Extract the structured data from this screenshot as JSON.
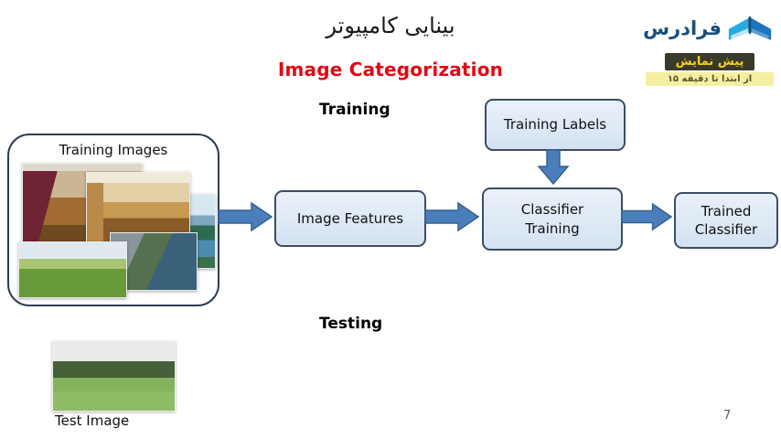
{
  "slide": {
    "title_fa": "بینایی کامپیوتر",
    "subtitle": "Image Categorization",
    "page_number": "7"
  },
  "branding": {
    "logo_text": "فرادرس",
    "preview_badge": "پیش نمایش",
    "duration_badge": "از ابتدا تا دقیقه ۱۵"
  },
  "diagram": {
    "training_label": "Training",
    "testing_label": "Testing",
    "training_images_label": "Training Images",
    "test_image_label": "Test Image",
    "boxes": {
      "training_labels": "Training Labels",
      "image_features": "Image Features",
      "classifier_training": "Classifier Training",
      "trained_classifier": "Trained Classifier"
    }
  },
  "colors": {
    "subtitle_red": "#e30613",
    "box_fill": "#dce8f5",
    "box_border": "#3d4d63",
    "arrow_fill": "#4a7ebb",
    "arrow_border": "#35618f",
    "frame_border": "#2e3d52",
    "badge_dark_bg": "#3a3a2a",
    "badge_dark_text": "#f7d117",
    "badge_yellow_bg": "#f6efa2",
    "badge_yellow_text": "#5a5430",
    "logo_blue_light": "#29abe2",
    "logo_blue_dark": "#1b75bb"
  }
}
